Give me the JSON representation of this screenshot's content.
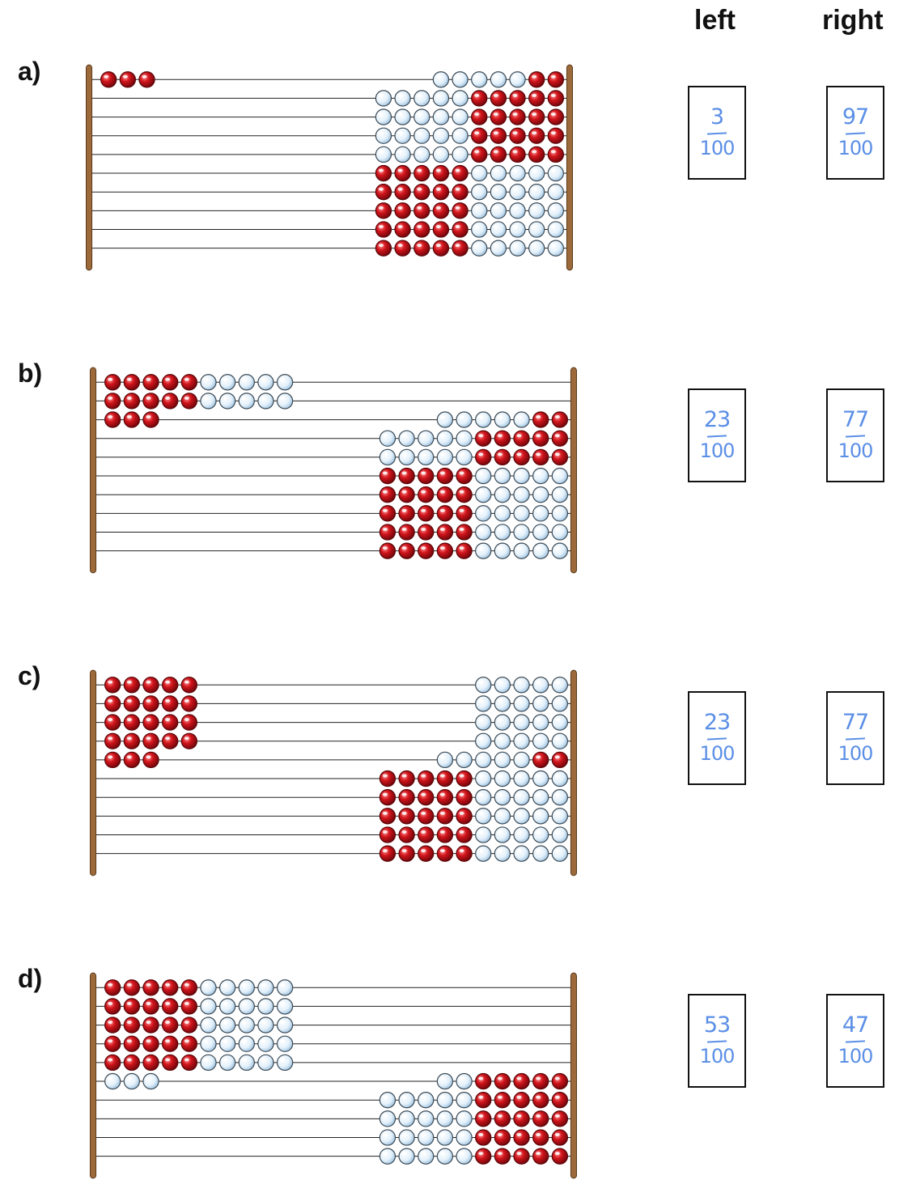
{
  "columns": {
    "left": "left",
    "right": "right"
  },
  "colors": {
    "red_bead": "#d0141b",
    "white_bead": "#e4f1fb",
    "frame": "#9c6a3a",
    "handwriting": "#5b8fe6"
  },
  "problems": [
    {
      "label": "a)",
      "answer_left": {
        "numerator": "3",
        "denominator": "100"
      },
      "answer_right": {
        "numerator": "97",
        "denominator": "100"
      },
      "rows": [
        {
          "left_red": 3,
          "left_white": 0,
          "right_white": 5,
          "right_red": 2
        },
        {
          "left_red": 0,
          "left_white": 0,
          "right_white": 5,
          "right_red": 5
        },
        {
          "left_red": 0,
          "left_white": 0,
          "right_white": 5,
          "right_red": 5
        },
        {
          "left_red": 0,
          "left_white": 0,
          "right_white": 5,
          "right_red": 5
        },
        {
          "left_red": 0,
          "left_white": 0,
          "right_white": 5,
          "right_red": 5
        },
        {
          "left_red": 0,
          "left_white": 0,
          "right_red": 5,
          "right_white": 5
        },
        {
          "left_red": 0,
          "left_white": 0,
          "right_red": 5,
          "right_white": 5
        },
        {
          "left_red": 0,
          "left_white": 0,
          "right_red": 5,
          "right_white": 5
        },
        {
          "left_red": 0,
          "left_white": 0,
          "right_red": 5,
          "right_white": 5
        },
        {
          "left_red": 0,
          "left_white": 0,
          "right_red": 5,
          "right_white": 5
        }
      ]
    },
    {
      "label": "b)",
      "answer_left": {
        "numerator": "23",
        "denominator": "100"
      },
      "answer_right": {
        "numerator": "77",
        "denominator": "100"
      },
      "rows": [
        {
          "left_red": 5,
          "left_white": 5,
          "right_white": 0,
          "right_red": 0
        },
        {
          "left_red": 5,
          "left_white": 5,
          "right_white": 0,
          "right_red": 0
        },
        {
          "left_red": 3,
          "left_white": 0,
          "right_white": 5,
          "right_red": 2
        },
        {
          "left_red": 0,
          "left_white": 0,
          "right_white": 5,
          "right_red": 5
        },
        {
          "left_red": 0,
          "left_white": 0,
          "right_white": 5,
          "right_red": 5
        },
        {
          "left_red": 0,
          "left_white": 0,
          "right_red": 5,
          "right_white": 5
        },
        {
          "left_red": 0,
          "left_white": 0,
          "right_red": 5,
          "right_white": 5
        },
        {
          "left_red": 0,
          "left_white": 0,
          "right_red": 5,
          "right_white": 5
        },
        {
          "left_red": 0,
          "left_white": 0,
          "right_red": 5,
          "right_white": 5
        },
        {
          "left_red": 0,
          "left_white": 0,
          "right_red": 5,
          "right_white": 5
        }
      ]
    },
    {
      "label": "c)",
      "answer_left": {
        "numerator": "23",
        "denominator": "100"
      },
      "answer_right": {
        "numerator": "77",
        "denominator": "100"
      },
      "rows": [
        {
          "left_red": 5,
          "left_white": 0,
          "right_white": 5,
          "right_red": 0
        },
        {
          "left_red": 5,
          "left_white": 0,
          "right_white": 5,
          "right_red": 0
        },
        {
          "left_red": 5,
          "left_white": 0,
          "right_white": 5,
          "right_red": 0
        },
        {
          "left_red": 5,
          "left_white": 0,
          "right_white": 5,
          "right_red": 0
        },
        {
          "left_red": 3,
          "left_white": 0,
          "right_white": 5,
          "right_red": 2
        },
        {
          "left_red": 0,
          "left_white": 0,
          "right_red": 5,
          "right_white": 5
        },
        {
          "left_red": 0,
          "left_white": 0,
          "right_red": 5,
          "right_white": 5
        },
        {
          "left_red": 0,
          "left_white": 0,
          "right_red": 5,
          "right_white": 5
        },
        {
          "left_red": 0,
          "left_white": 0,
          "right_red": 5,
          "right_white": 5
        },
        {
          "left_red": 0,
          "left_white": 0,
          "right_red": 5,
          "right_white": 5
        }
      ]
    },
    {
      "label": "d)",
      "answer_left": {
        "numerator": "53",
        "denominator": "100"
      },
      "answer_right": {
        "numerator": "47",
        "denominator": "100"
      },
      "rows": [
        {
          "left_red": 5,
          "left_white": 5,
          "right_white": 0,
          "right_red": 0
        },
        {
          "left_red": 5,
          "left_white": 5,
          "right_white": 0,
          "right_red": 0
        },
        {
          "left_red": 5,
          "left_white": 5,
          "right_white": 0,
          "right_red": 0
        },
        {
          "left_red": 5,
          "left_white": 5,
          "right_white": 0,
          "right_red": 0
        },
        {
          "left_red": 5,
          "left_white": 5,
          "right_white": 0,
          "right_red": 0
        },
        {
          "left_red": 0,
          "left_white": 3,
          "right_white": 2,
          "right_red": 5
        },
        {
          "left_red": 0,
          "left_white": 0,
          "right_white": 5,
          "right_red": 5
        },
        {
          "left_red": 0,
          "left_white": 0,
          "right_white": 5,
          "right_red": 5
        },
        {
          "left_red": 0,
          "left_white": 0,
          "right_white": 5,
          "right_red": 5
        },
        {
          "left_red": 0,
          "left_white": 0,
          "right_white": 5,
          "right_red": 5
        }
      ]
    }
  ]
}
